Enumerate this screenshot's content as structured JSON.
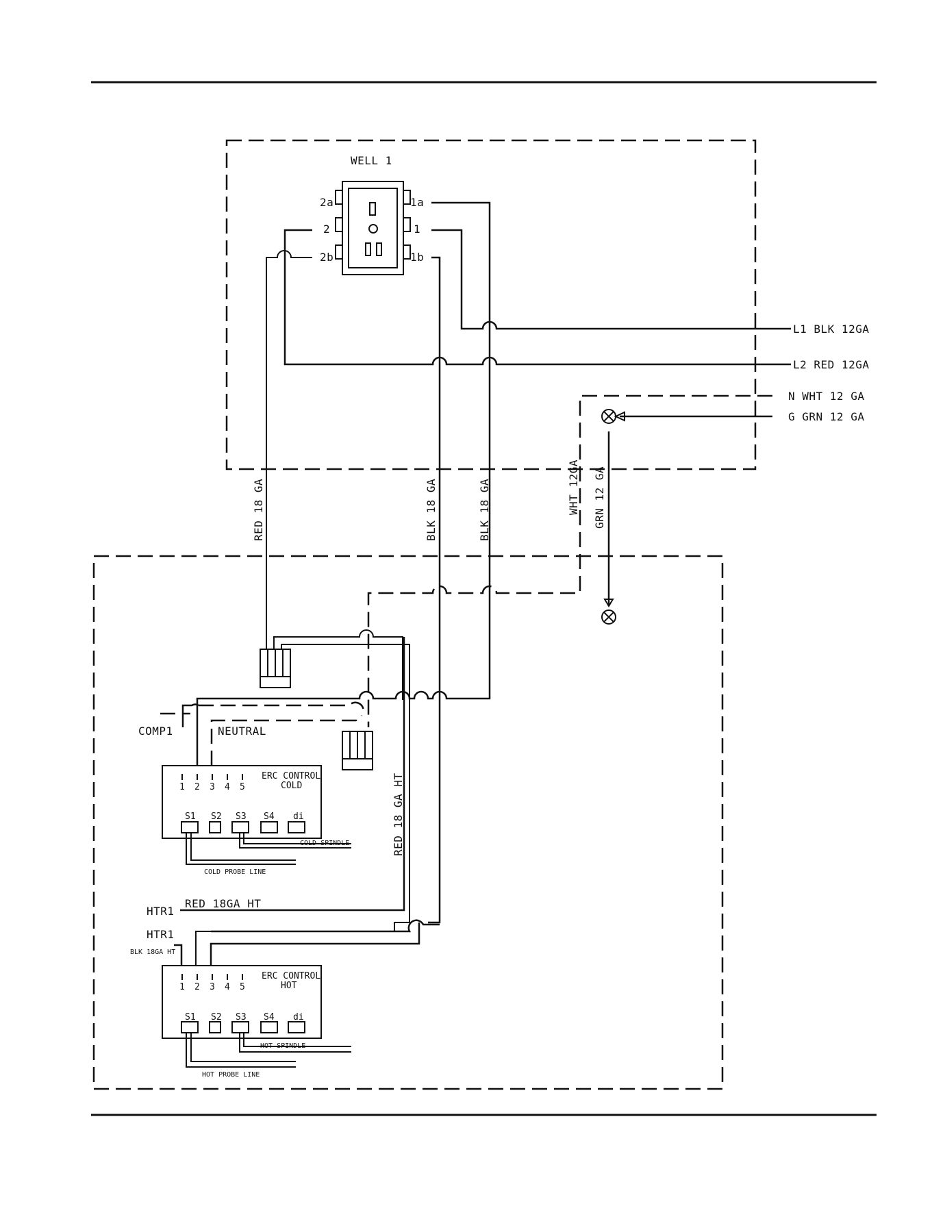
{
  "well": {
    "title": "WELL 1",
    "terminals_left": [
      "2a",
      "2",
      "2b"
    ],
    "terminals_right": [
      "1a",
      "1",
      "1b"
    ]
  },
  "supply": {
    "l1": "L1 BLK 12GA",
    "l2": "L2 RED 12GA",
    "n": "N WHT 12 GA",
    "g": "G GRN 12 GA"
  },
  "wires": {
    "red18": "RED 18 GA",
    "blk18_a": "BLK 18 GA",
    "blk18_b": "BLK 18 GA",
    "wht12": "WHT 12GA",
    "grn12": "GRN 12 GA",
    "red18ht": "RED 18 GA HT"
  },
  "cold_control": {
    "comp_label": "COMP1",
    "neutral_label": "NEUTRAL",
    "title_line1": "ERC CONTROL",
    "title_line2": "COLD",
    "terminals": [
      "1",
      "2",
      "3",
      "4",
      "5"
    ],
    "sensors": [
      "S1",
      "S2",
      "S3",
      "S4",
      "di"
    ],
    "spindle": "COLD SPINDLE",
    "probe": "COLD PROBE LINE"
  },
  "heater": {
    "htr1_a": "HTR1",
    "red_ht": "RED 18GA HT",
    "htr1_b": "HTR1",
    "blk_ht": "BLK 18GA HT"
  },
  "hot_control": {
    "title_line1": "ERC CONTROL",
    "title_line2": "HOT",
    "terminals": [
      "1",
      "2",
      "3",
      "4",
      "5"
    ],
    "sensors": [
      "S1",
      "S2",
      "S3",
      "S4",
      "di"
    ],
    "spindle": "HOT SPINDLE",
    "probe": "HOT PROBE LINE"
  }
}
